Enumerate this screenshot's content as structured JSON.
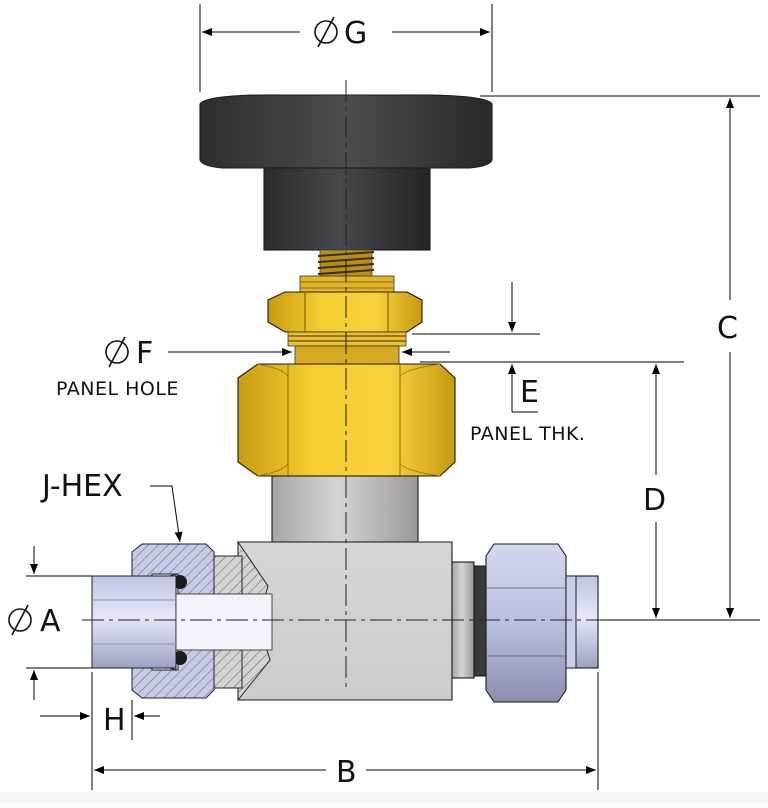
{
  "labels": {
    "dia_g": "G",
    "c": "C",
    "dia_f": "F",
    "panel_hole": "PANEL HOLE",
    "e": "E",
    "panel_thk": "PANEL THK.",
    "j_hex": "J-HEX",
    "d": "D",
    "dia_a": "A",
    "h": "H",
    "b": "B"
  },
  "colors": {
    "knob": "#3a3c3f",
    "brass": "#f2c425",
    "steel_body": "#d8d4d0",
    "nut_blue": "#c7cce8",
    "background": "#ffffff"
  }
}
